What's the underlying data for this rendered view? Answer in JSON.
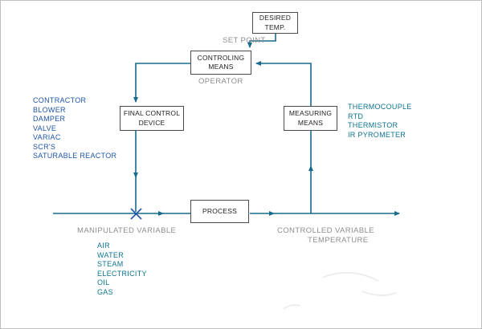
{
  "diagram": {
    "title": "temperature-control-loop-block-diagram",
    "boxes": {
      "desired_temp": {
        "label": "DESIRED TEMP."
      },
      "controlling_means": {
        "label": "CONTROLING MEANS"
      },
      "final_control_device": {
        "label": "FINAL CONTROL DEVICE"
      },
      "measuring_means": {
        "label": "MEASURING MEANS"
      },
      "process": {
        "label": "PROCESS"
      }
    },
    "annotations": {
      "set_point": "SET POINT",
      "operator": "OPERATOR",
      "manipulated_variable": "MANIPULATED VARIABLE",
      "controlled_variable": "CONTROLLED VARIABLE",
      "temperature": "TEMPERATURE"
    },
    "lists": {
      "final_control_examples": [
        "CONTRACTOR",
        "BLOWER",
        "DAMPER",
        "VALVE",
        "VARIAC",
        "SCR'S",
        "SATURABLE REACTOR"
      ],
      "sensor_examples": [
        "THERMOCOUPLE",
        "RTD",
        "THERMISTOR",
        "IR PYROMETER"
      ],
      "manipulated_examples": [
        "AIR",
        "WATER",
        "STEAM",
        "ELECTRICITY",
        "OIL",
        "GAS"
      ]
    },
    "colors": {
      "line": "#166b8c",
      "blue_list": "#1d56a8",
      "teal_list": "#0d7390",
      "gray_label": "#8e8e8e",
      "box_border": "#4a4a4a"
    }
  }
}
